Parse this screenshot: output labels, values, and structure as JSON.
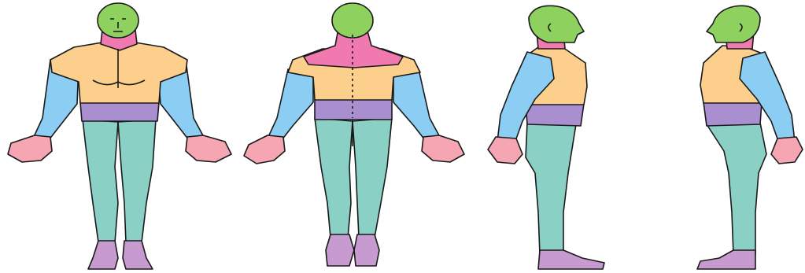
{
  "diagram": {
    "views": [
      "front",
      "back",
      "right-profile",
      "left-profile"
    ],
    "regions": [
      {
        "id": "head",
        "color": "#8fd15f"
      },
      {
        "id": "neck",
        "color": "#f07ab0"
      },
      {
        "id": "chest-shoulders",
        "color": "#fcd08c"
      },
      {
        "id": "arms",
        "color": "#8ccdf4"
      },
      {
        "id": "abdomen",
        "color": "#a98ed0"
      },
      {
        "id": "legs",
        "color": "#8ad0c4"
      },
      {
        "id": "hands",
        "color": "#f6a6b2"
      },
      {
        "id": "feet",
        "color": "#c79ad0"
      }
    ],
    "outline_color": "#1a1a1a"
  }
}
